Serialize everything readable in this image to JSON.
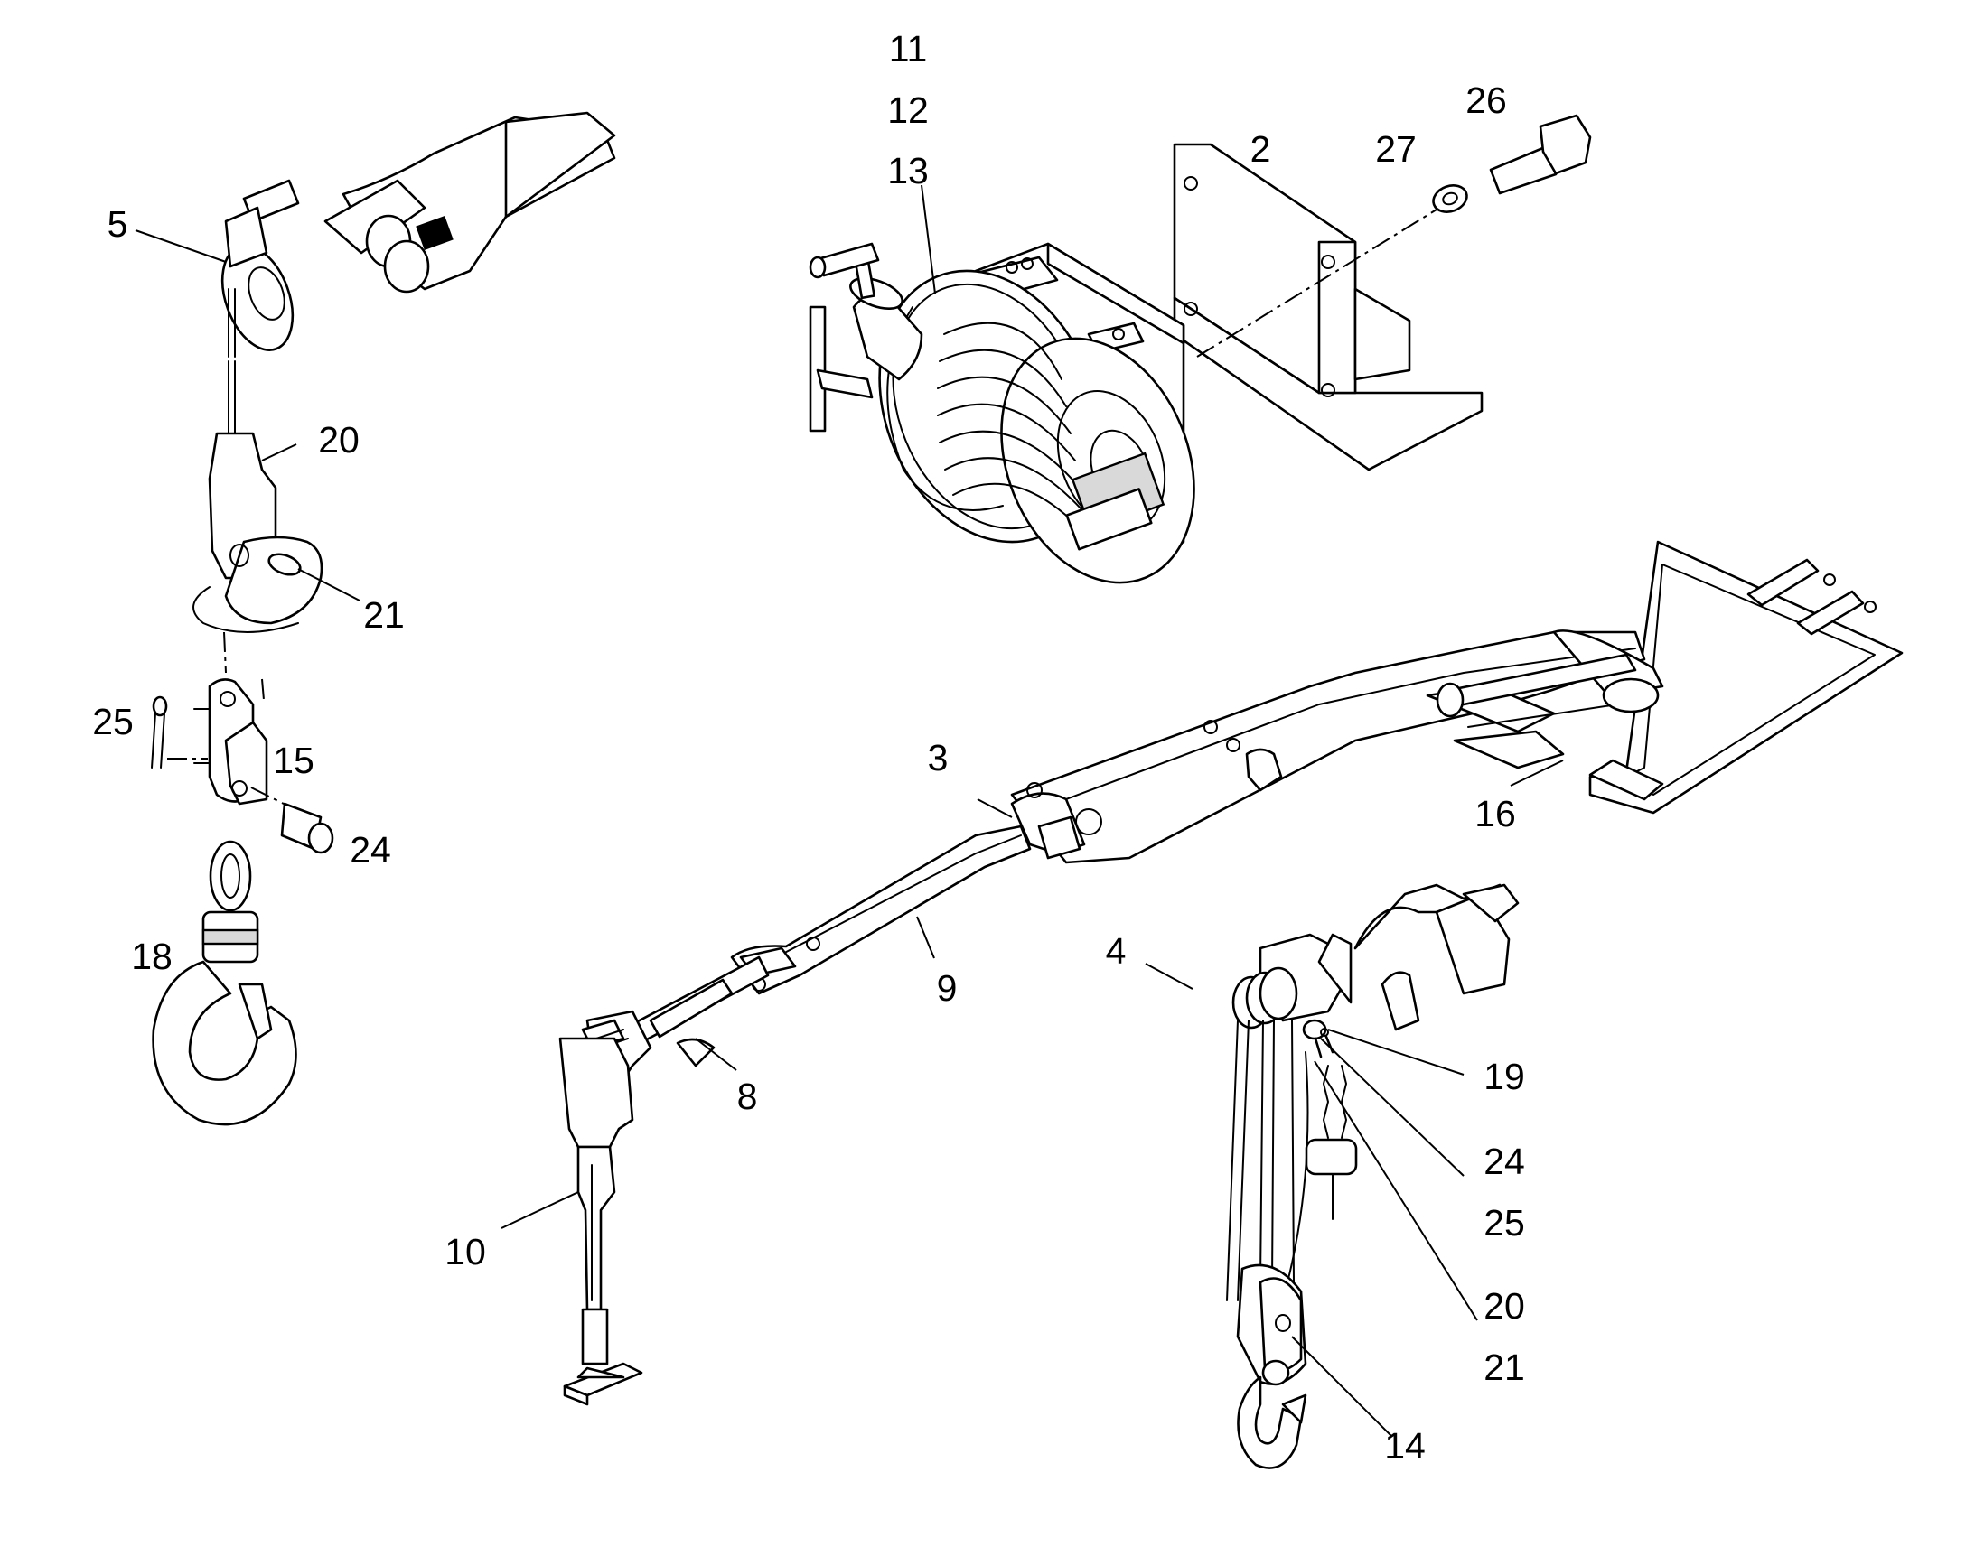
{
  "callouts": {
    "c11": "11",
    "c12": "12",
    "c13": "13",
    "c26": "26",
    "c2": "2",
    "c27": "27",
    "c5": "5",
    "c20a": "20",
    "c21a": "21",
    "c25a": "25",
    "c15": "15",
    "c24a": "24",
    "c18": "18",
    "c3": "3",
    "c16": "16",
    "c9": "9",
    "c4": "4",
    "c8": "8",
    "c10": "10",
    "c19": "19",
    "c24b": "24",
    "c25b": "25",
    "c20b": "20",
    "c21b": "21",
    "c14": "14"
  },
  "colors": {
    "line": "#000000",
    "fill": "#ffffff",
    "shade": "#d9d9d9"
  }
}
